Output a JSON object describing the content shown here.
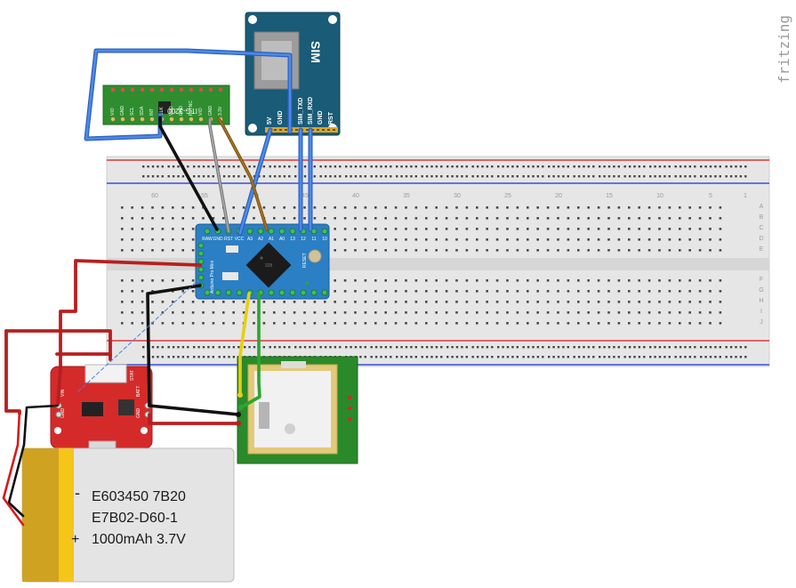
{
  "watermark": "fritzing",
  "gyro": {
    "title": "ITG-3200",
    "pins": [
      "VIO",
      "GND",
      "SCL",
      "SDA",
      "INT",
      "CLK",
      "VDD",
      "GND",
      "FSYNC",
      "VIO",
      "GND",
      "3.3V"
    ]
  },
  "sim": {
    "label": "SIM",
    "pins": [
      "5V",
      "GND",
      "SIM_TXD",
      "SIM_RXD",
      "GND",
      "RST"
    ]
  },
  "arduino": {
    "top_pins": [
      "RAW",
      "GND",
      "RST",
      "VCC",
      "A3",
      "A2",
      "A1",
      "A0",
      "13",
      "12",
      "11",
      "10"
    ],
    "side_label": "Arduino Pro Mini",
    "reset_label": "RESET",
    "ic_label": "328"
  },
  "charger": {
    "pins": [
      "VIN",
      "GND",
      "BATT",
      "GND",
      "STAT"
    ]
  },
  "battery": {
    "minus": "-",
    "plus": "+",
    "lines": [
      "E603450 7B20",
      "E7B02-D60-1",
      "1000mAh 3.7V"
    ]
  },
  "breadboard": {
    "column_numbers": [
      "60",
      "55",
      "50",
      "45",
      "40",
      "35",
      "30",
      "25",
      "20",
      "15",
      "10",
      "5",
      "1"
    ],
    "row_letters": [
      "A",
      "B",
      "C",
      "D",
      "E",
      "F",
      "G",
      "H",
      "I",
      "J"
    ]
  }
}
